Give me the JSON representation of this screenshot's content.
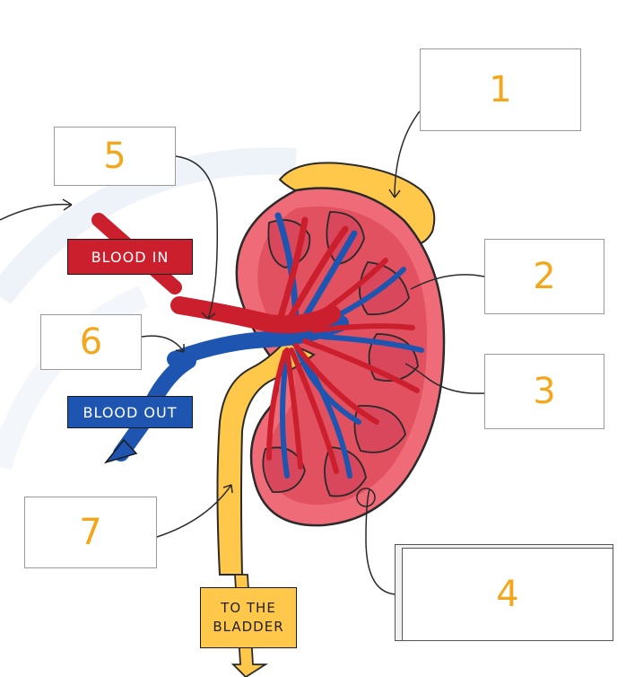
{
  "labels": {
    "box1": "1",
    "box2": "2",
    "box3": "3",
    "box4": "4",
    "box5": "5",
    "box6": "6",
    "box7": "7"
  },
  "tags": {
    "blood_in": "BLOOD IN",
    "blood_out": "BLOOD OUT",
    "bladder_line1": "TO THE",
    "bladder_line2": "BLADDER"
  },
  "colors": {
    "artery": "#cc1f2d",
    "vein": "#1d55b0",
    "fat": "#ffc84a",
    "kidney": "#ef6b78",
    "pyramid": "#d9475c",
    "number": "#f3a71c"
  }
}
